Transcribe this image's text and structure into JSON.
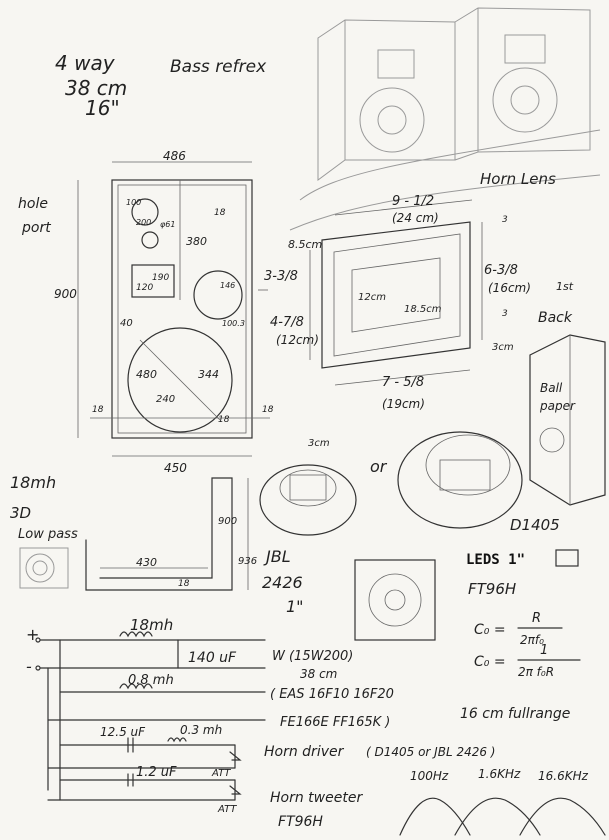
{
  "header": {
    "config_line1": "4 way",
    "config_line2": "38 cm",
    "config_line3": "16\"",
    "type": "Bass refrex"
  },
  "cabinet": {
    "width_top": "486",
    "height": "900",
    "hole_port_line1": "hole",
    "hole_port_line2": "port",
    "port_dim": "100",
    "port_dim2": "200",
    "port_dim3": "φ61",
    "dim_18_top": "18",
    "dim_380": "380",
    "dim_120": "120",
    "dim_190": "190",
    "dim_40": "40",
    "dim_146": "146",
    "dim_100_3": "100.3",
    "dim_480": "480",
    "dim_344": "344",
    "dim_240": "240",
    "dim_18_left": "18",
    "dim_18_right": "18",
    "dim_18_bottom": "18",
    "width_bottom": "450"
  },
  "section_view": {
    "dim_430": "430",
    "dim_18": "18",
    "dim_900": "900",
    "dim_936": "936"
  },
  "lowpass": {
    "label1": "18mh",
    "label2": "3D",
    "label3": "Low pass"
  },
  "horn_lens": {
    "title": "Horn Lens",
    "w_in": "9 - 1/2",
    "w_cm": "(24 cm)",
    "d_small": "3",
    "d_small2": "3",
    "d_85": "8.5cm",
    "d_338": "3-3/8",
    "h_in": "6-3/8",
    "h_cm": "(16cm)",
    "d_478": "4-7/8",
    "d_12cm": "(12cm)",
    "inner_12": "12cm",
    "inner_185": "18.5cm",
    "w2_in": "7 - 5/8",
    "w2_cm": "(19cm)",
    "depth": "3cm",
    "depth2": "3cm",
    "back": "Back",
    "front": "1st",
    "ball1": "Ball",
    "ball2": "paper"
  },
  "drivers": {
    "or": "or",
    "jbl_model": "JBL",
    "jbl_num": "2426",
    "jbl_size": "1\"",
    "d1405": "D1405",
    "leds": "LEDS 1\"",
    "ft96h": "FT96H"
  },
  "formulas": {
    "f1_lhs": "C₀ =",
    "f1_num": "R",
    "f1_den": "2πf₀",
    "f2_lhs": "C₀ =",
    "f2_num": "1",
    "f2_den": "2π f₀R"
  },
  "crossover": {
    "plus": "+",
    "minus": "-",
    "l1": "18mh",
    "c1": "140 uF",
    "woofer_label": "W (15W200)",
    "woofer_size": "38 cm",
    "l2": "0.8 mh",
    "full_line1": "( EAS 16F10  16F20",
    "full_line2": "FE166E   FF165K )",
    "full_desc": "16 cm fullrange",
    "c2": "12.5 uF",
    "l3": "0.3 mh",
    "horn_label": "Horn driver",
    "horn_models": "( D1405 or JBL 2426 )",
    "att1": "ATT",
    "c3": "1.2 uF",
    "att2": "ATT",
    "tweeter_label": "Horn tweeter",
    "tweeter_model": "FT96H",
    "freq1": "100Hz",
    "freq2": "1.6KHz",
    "freq3": "16.6KHz"
  }
}
